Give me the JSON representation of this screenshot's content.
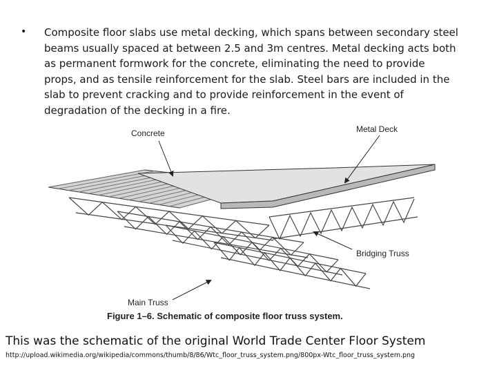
{
  "bullet": {
    "marker": "•",
    "text": "Composite floor slabs use metal decking, which spans between secondary steel beams usually spaced at between 2.5 and 3m centres. Metal decking acts both as permanent formwork for the concrete, eliminating the need to provide props, and as tensile reinforcement for the slab. Steel bars are included in the slab to prevent cracking and to provide reinforcement in the event of degradation of the decking in a fire."
  },
  "figure": {
    "labels": {
      "concrete": "Concrete",
      "metal_deck": "Metal Deck",
      "bridging_truss": "Bridging Truss",
      "main_truss": "Main Truss"
    },
    "caption": "Figure 1–6.  Schematic of composite floor truss system.",
    "colors": {
      "concrete": "#dcdcdc",
      "deck": "#c8c8c8",
      "steel": "#555555",
      "outline": "#333333"
    }
  },
  "note": "This was the schematic of the original World Trade Center Floor System",
  "source_url": "http://upload.wikimedia.org/wikipedia/commons/thumb/8/86/Wtc_floor_truss_system.png/800px-Wtc_floor_truss_system.png"
}
